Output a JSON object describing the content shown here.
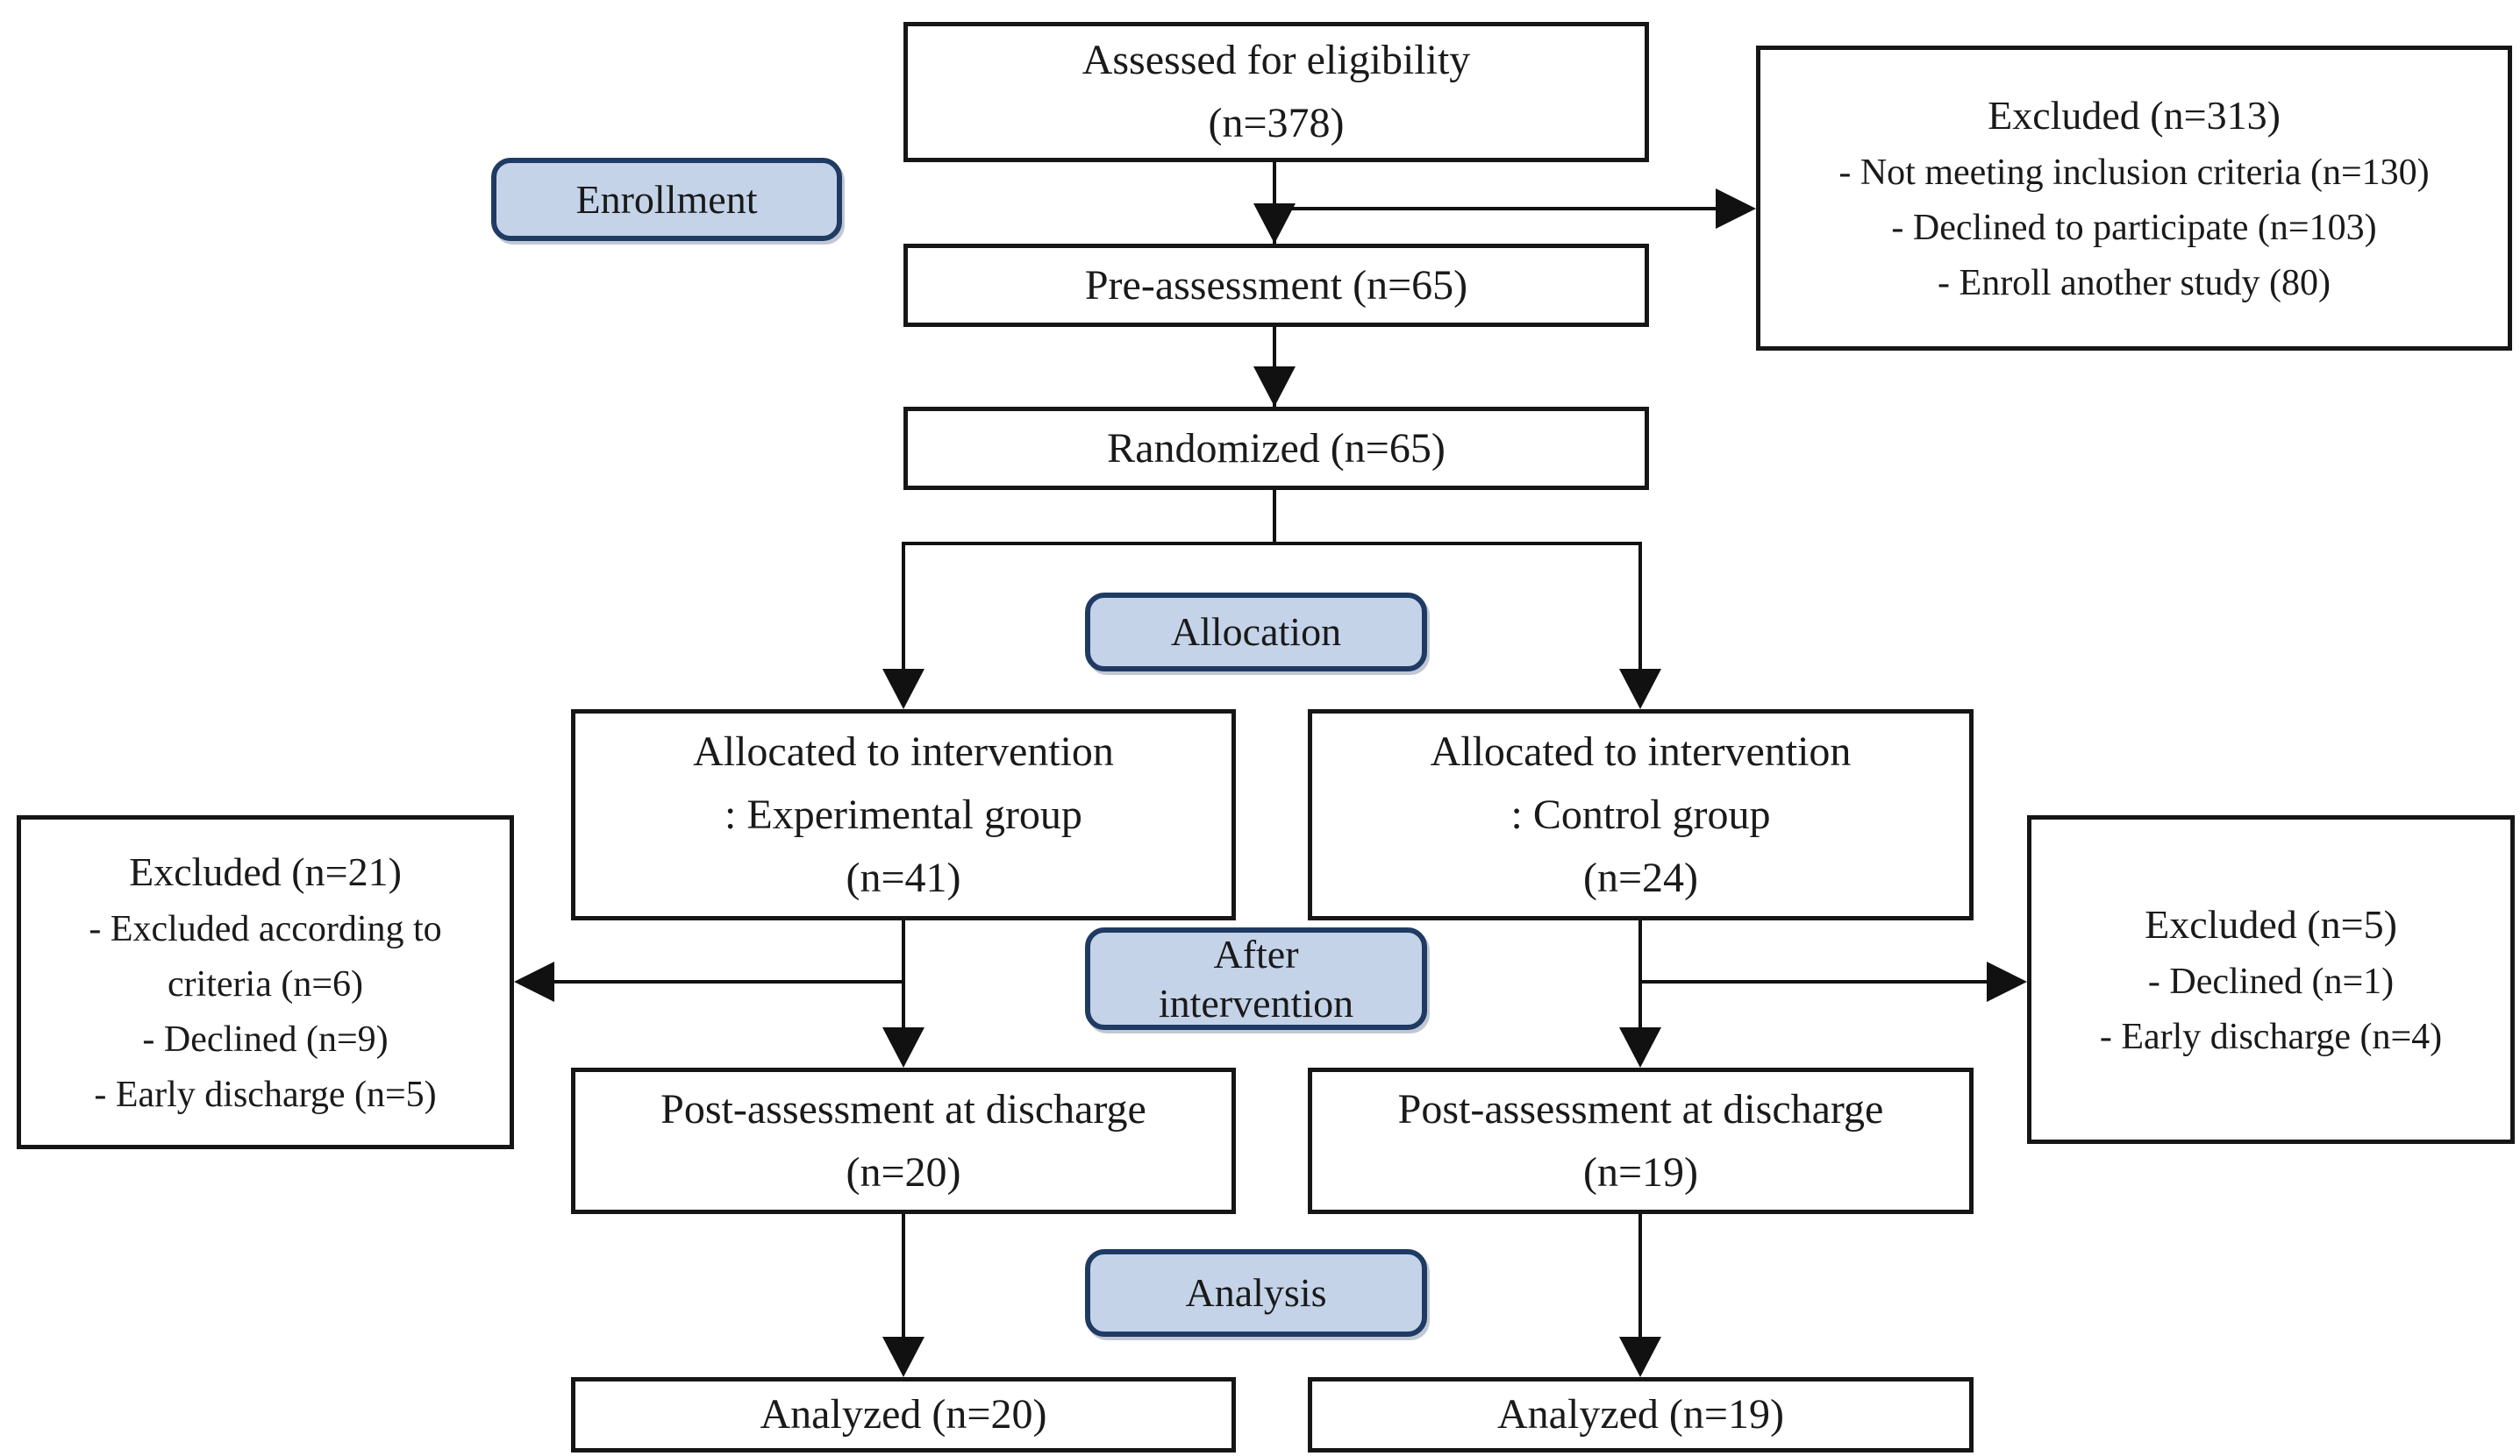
{
  "flow": {
    "stages": {
      "enrollment": "Enrollment",
      "allocation": "Allocation",
      "after_intervention": "After intervention",
      "analysis": "Analysis"
    },
    "assessed": {
      "line1": "Assessed for eligibility",
      "line2": "(n=378)"
    },
    "excluded_enrollment": {
      "title": "Excluded (n=313)",
      "items": [
        "- Not meeting inclusion criteria (n=130)",
        "- Declined to participate (n=103)",
        "- Enroll another study (80)"
      ]
    },
    "pre_assessment": "Pre-assessment (n=65)",
    "randomized": "Randomized (n=65)",
    "allocated_experimental": {
      "line1": "Allocated to intervention",
      "line2": ": Experimental group",
      "line3": "(n=41)"
    },
    "allocated_control": {
      "line1": "Allocated to intervention",
      "line2": ": Control group",
      "line3": "(n=24)"
    },
    "excluded_experimental": {
      "title": "Excluded (n=21)",
      "items": [
        "- Excluded according to criteria (n=6)",
        "- Declined (n=9)",
        "- Early discharge (n=5)"
      ]
    },
    "excluded_control": {
      "title": "Excluded (n=5)",
      "items": [
        "- Declined (n=1)",
        "- Early discharge (n=4)"
      ]
    },
    "post_experimental": {
      "line1": "Post-assessment at discharge",
      "line2": "(n=20)"
    },
    "post_control": {
      "line1": "Post-assessment at discharge",
      "line2": "(n=19)"
    },
    "analyzed_experimental": "Analyzed (n=20)",
    "analyzed_control": "Analyzed (n=19)"
  },
  "colors": {
    "background": "#ffffff",
    "box_border": "#161616",
    "badge_fill": "#c4d3e8",
    "badge_border": "#1f3b63",
    "line": "#111111",
    "text": "#1a1a1a"
  }
}
